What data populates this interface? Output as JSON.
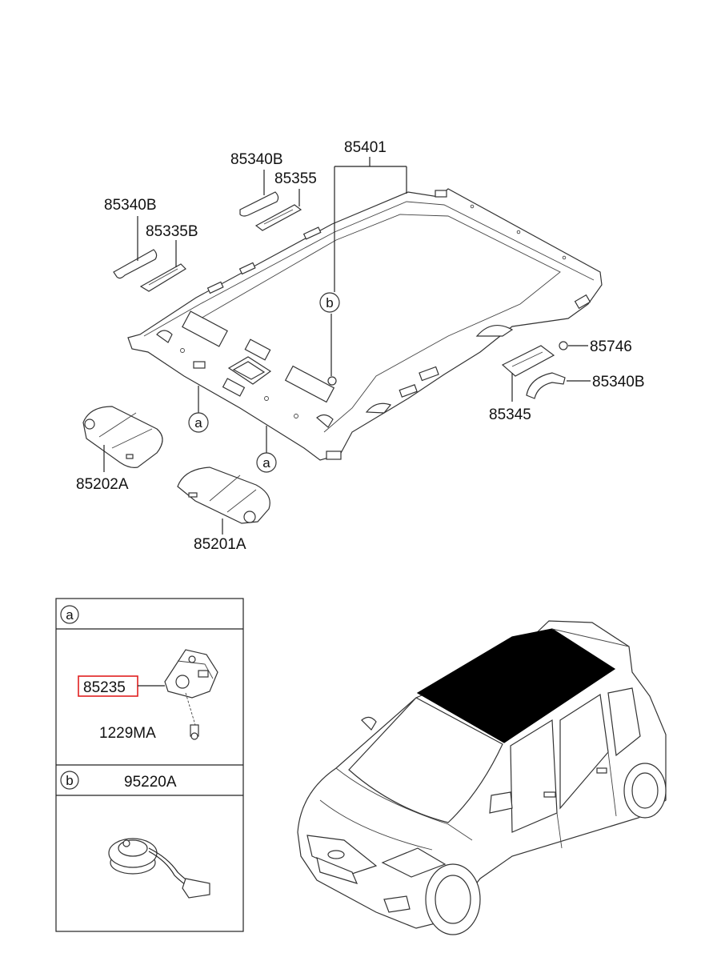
{
  "callouts": {
    "headlining": "85401",
    "assist_handle_left_rear": "85340B",
    "assist_handle_bracket_left": "85335B",
    "assist_handle_left_front": "85340B",
    "assist_handle_bracket_mid": "85355",
    "clip_right": "85746",
    "assist_handle_right": "85340B",
    "assist_handle_bracket_right": "85345",
    "sunvisor_right": "85202A",
    "sunvisor_left": "85201A"
  },
  "markers": {
    "a": "a",
    "b": "b"
  },
  "detail_a": {
    "marker": "a",
    "part": "85235",
    "screw": "1229MA",
    "highlight_color": "#e02020"
  },
  "detail_b": {
    "marker": "b",
    "part": "95220A"
  }
}
